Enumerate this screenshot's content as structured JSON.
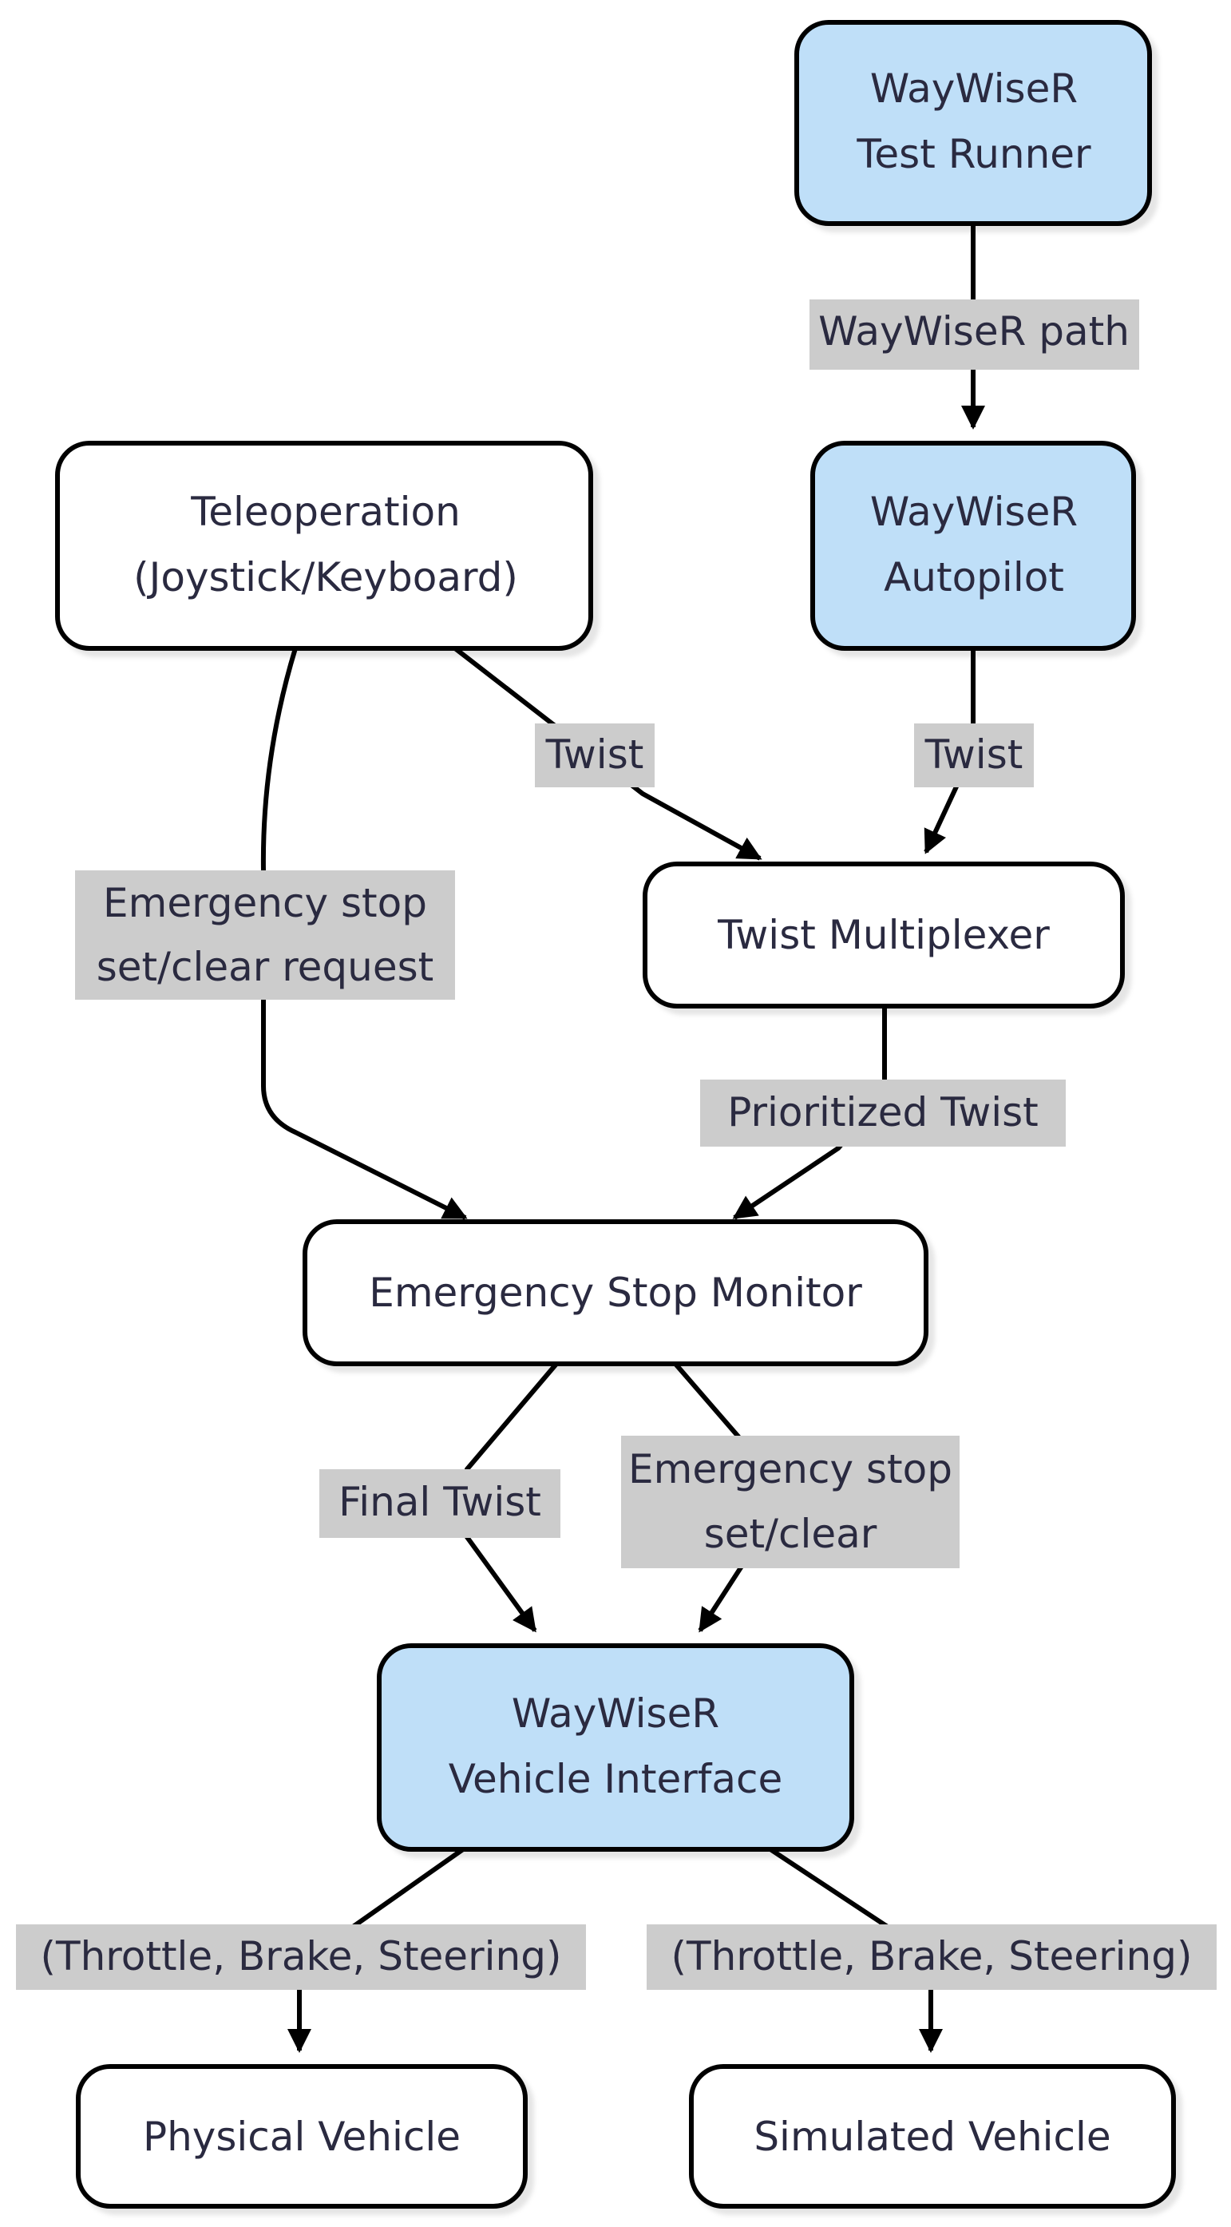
{
  "colors": {
    "highlight_fill": "#bfdff8",
    "plain_fill": "#ffffff",
    "stroke": "#000000",
    "label_bg": "#cccccc",
    "text": "#2a2a40"
  },
  "nodes": {
    "test_runner": {
      "lines": [
        "WayWiseR",
        "Test Runner"
      ],
      "highlight": true
    },
    "autopilot": {
      "lines": [
        "WayWiseR",
        "Autopilot"
      ],
      "highlight": true
    },
    "teleoperation": {
      "lines": [
        "Teleoperation",
        "(Joystick/Keyboard)"
      ],
      "highlight": false
    },
    "twist_mux": {
      "lines": [
        "Twist Multiplexer"
      ],
      "highlight": false
    },
    "estop_monitor": {
      "lines": [
        "Emergency Stop Monitor"
      ],
      "highlight": false
    },
    "vehicle_interface": {
      "lines": [
        "WayWiseR",
        "Vehicle Interface"
      ],
      "highlight": true
    },
    "physical_vehicle": {
      "lines": [
        "Physical Vehicle"
      ],
      "highlight": false
    },
    "simulated_vehicle": {
      "lines": [
        "Simulated Vehicle"
      ],
      "highlight": false
    }
  },
  "edges": {
    "runner_to_autopilot": {
      "from": "test_runner",
      "to": "autopilot",
      "label": [
        "WayWiseR path"
      ]
    },
    "tele_to_mux": {
      "from": "teleoperation",
      "to": "twist_mux",
      "label": [
        "Twist"
      ]
    },
    "autopilot_to_mux": {
      "from": "autopilot",
      "to": "twist_mux",
      "label": [
        "Twist"
      ]
    },
    "tele_to_estop": {
      "from": "teleoperation",
      "to": "estop_monitor",
      "label": [
        "Emergency stop",
        "set/clear request"
      ]
    },
    "mux_to_estop": {
      "from": "twist_mux",
      "to": "estop_monitor",
      "label": [
        "Prioritized Twist"
      ]
    },
    "estop_final_twist": {
      "from": "estop_monitor",
      "to": "vehicle_interface",
      "label": [
        "Final Twist"
      ]
    },
    "estop_setclear": {
      "from": "estop_monitor",
      "to": "vehicle_interface",
      "label": [
        "Emergency stop",
        "set/clear"
      ]
    },
    "vi_to_physical": {
      "from": "vehicle_interface",
      "to": "physical_vehicle",
      "label": [
        "(Throttle, Brake, Steering)"
      ]
    },
    "vi_to_simulated": {
      "from": "vehicle_interface",
      "to": "simulated_vehicle",
      "label": [
        "(Throttle, Brake, Steering)"
      ]
    }
  }
}
